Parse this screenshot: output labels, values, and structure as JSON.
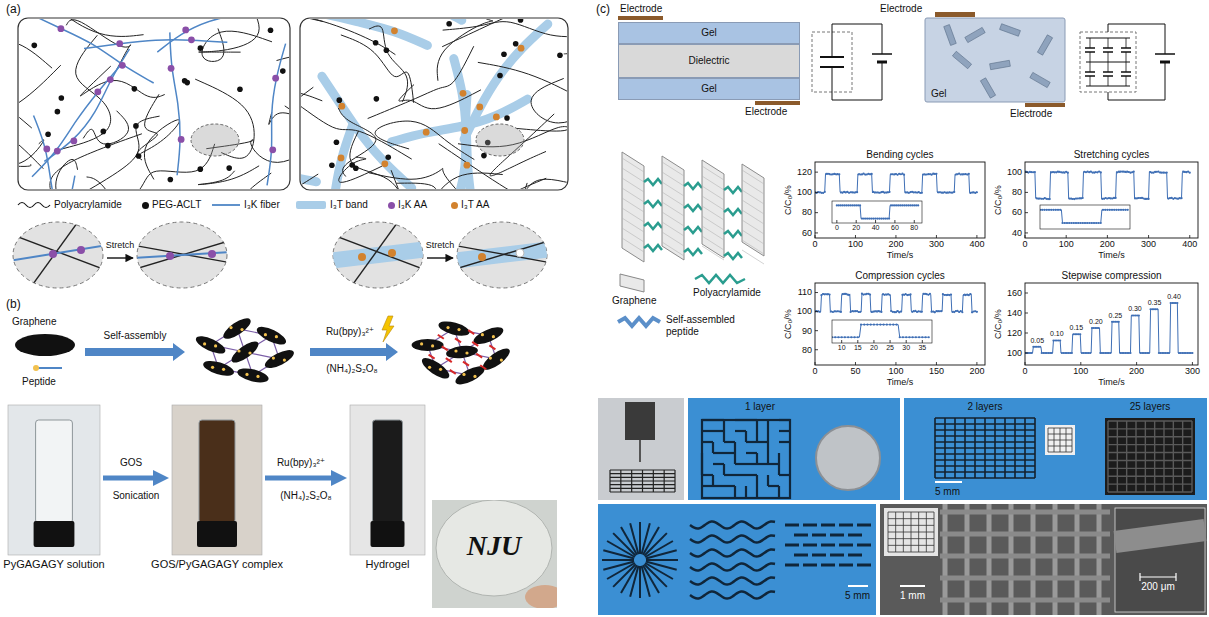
{
  "diagram": {
    "nodes": [
      {
        "text": [
          "PyGAGAGY solution"
        ]
      },
      {
        "text": [
          "GOS/PyGAGAGY complex"
        ]
      },
      {
        "text": [
          "Hydrogel"
        ]
      },
      {
        "text": [
          "Gel"
        ]
      },
      {
        "text": [
          "Dielectric"
        ]
      },
      {
        "text": [
          "Gel"
        ]
      },
      {
        "text": [
          "Gel"
        ]
      }
    ],
    "edges": [
      {
        "from": 0,
        "to": 1,
        "arrow": "to",
        "label": "GOS"
      },
      {
        "from": 1,
        "to": 2,
        "arrow": "to",
        "label": "Ru(bpy)₃²⁺"
      }
    ],
    "labels": [
      "(a)",
      "Stretch",
      "Stretch",
      "(b)",
      "Graphene",
      "Peptide",
      "Self-assembly",
      "Ru(bpy)₃²⁺",
      "(NH₄)₂S₂O₈",
      "Sonication",
      "(NH₄)₂S₂O₈",
      "NJU",
      "(c)",
      "Electrode",
      "Electrode",
      "Electrode",
      "Electrode",
      "Bending cycles",
      "Stretching cycles",
      "Compression cycles",
      "Stepwise compression",
      "C/C₀/%",
      "C/C₀/%",
      "C/C₀/%",
      "C/C₀/%",
      "Time/s",
      "Time/s",
      "Time/s",
      "Time/s",
      "60",
      "80",
      "100",
      "120",
      "0",
      "100",
      "200",
      "300",
      "400",
      "0",
      "20",
      "40",
      "60",
      "80",
      "40",
      "60",
      "80",
      "100",
      "0",
      "100",
      "200",
      "300",
      "400",
      "80",
      "90",
      "100",
      "110",
      "0",
      "50",
      "100",
      "150",
      "200",
      "10",
      "15",
      "20",
      "25",
      "30",
      "35",
      "100",
      "120",
      "140",
      "160",
      "0",
      "100",
      "200",
      "300",
      "0.05",
      "0.10",
      "0.15",
      "0.20",
      "0.25",
      "0.30",
      "0.35",
      "0.40",
      "1 layer",
      "2 layers",
      "25 layers",
      "5 mm",
      "5 mm",
      "1 mm",
      "200 μm"
    ],
    "legend": [
      {
        "text": "Polyacrylamide"
      },
      {
        "text": "PEG-ACLT",
        "color": "#111111"
      },
      {
        "text": "I₃K fiber"
      },
      {
        "text": "I₃T band",
        "color": "#a9cde8"
      },
      {
        "text": "I₃K AA",
        "color": "#8a4fa8"
      },
      {
        "text": "I₃T AA",
        "color": "#d2822e"
      },
      {
        "text": "Graphene"
      },
      {
        "text": "Polyacrylamide"
      },
      {
        "text": "Self-assembled peptide"
      }
    ]
  }
}
